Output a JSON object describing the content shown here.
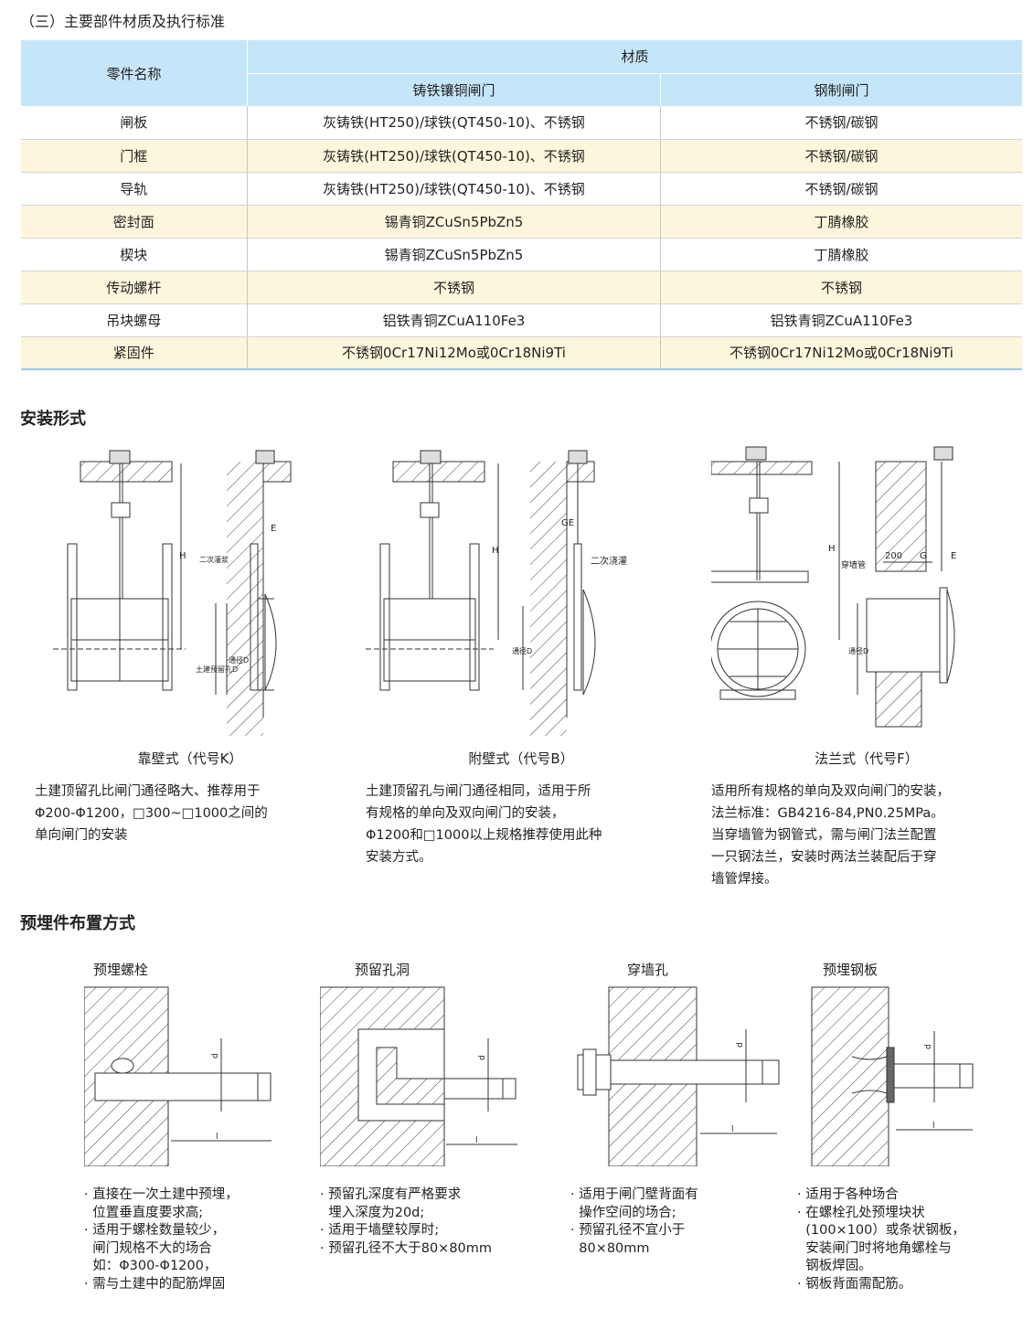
{
  "materials": {
    "section_title": "（三）主要部件材质及执行标准",
    "header": {
      "part_name": "零件名称",
      "material": "材质",
      "col_cast": "铸铁镶铜闸门",
      "col_steel": "钢制闸门"
    },
    "rows": [
      {
        "part": "闸板",
        "cast": "灰铸铁(HT250)/球铁(QT450-10)、不锈钢",
        "steel": "不锈钢/碳钢"
      },
      {
        "part": "门框",
        "cast": "灰铸铁(HT250)/球铁(QT450-10)、不锈钢",
        "steel": "不锈钢/碳钢"
      },
      {
        "part": "导轨",
        "cast": "灰铸铁(HT250)/球铁(QT450-10)、不锈钢",
        "steel": "不锈钢/碳钢"
      },
      {
        "part": "密封面",
        "cast": "锡青铜ZCuSn5PbZn5",
        "steel": "丁腈橡胶"
      },
      {
        "part": "楔块",
        "cast": "锡青铜ZCuSn5PbZn5",
        "steel": "丁腈橡胶"
      },
      {
        "part": "传动螺杆",
        "cast": "不锈钢",
        "steel": "不锈钢"
      },
      {
        "part": "吊块螺母",
        "cast": "铝铁青铜ZCuA110Fe3",
        "steel": "铝铁青铜ZCuA110Fe3"
      },
      {
        "part": "紧固件",
        "cast": "不锈钢0Cr17Ni12Mo或0Cr18Ni9Ti",
        "steel": "不锈钢0Cr17Ni12Mo或0Cr18Ni9Ti"
      }
    ]
  },
  "installation": {
    "title": "安装形式",
    "items": [
      {
        "caption": "靠壁式（代号K）",
        "labels": {
          "h": "H",
          "e": "E",
          "grout": "二次灌浆",
          "hole": "土建预留孔D",
          "dia": "通径D"
        },
        "desc": [
          "土建顶留孔比闸门通径略大、推荐用于",
          "Φ200-Φ1200，□300~□1000之间的",
          "单向闸门的安装"
        ]
      },
      {
        "caption": "附壁式（代号B）",
        "labels": {
          "h": "H",
          "ge": "GE",
          "grout": "二次浇灌",
          "dia": "通径D"
        },
        "desc": [
          "土建顶留孔与闸门通径相同，适用于所",
          "有规格的单向及双向闸门的安装，",
          "Φ1200和□1000以上规格推荐使用此种",
          "安装方式。"
        ]
      },
      {
        "caption": "法兰式（代号F）",
        "labels": {
          "h": "H",
          "pipe": "穿墙管",
          "d200": "200",
          "g": "G",
          "e": "E",
          "dia": "通径D"
        },
        "desc": [
          "适用所有规格的单向及双向闸门的安装，",
          "法兰标准：GB4216-84,PN0.25MPa。",
          "当穿墙管为钢管式，需与闸门法兰配置",
          "一只钢法兰，安装时两法兰装配后于穿",
          "墙管焊接。"
        ]
      }
    ]
  },
  "embedded": {
    "title": "预埋件布置方式",
    "items": [
      {
        "title": "预埋螺栓",
        "d": "d",
        "l": "l",
        "notes": [
          "· 直接在一次土建中预埋，",
          "  位置垂直度要求高;",
          "· 适用于螺栓数量较少，",
          "  闸门规格不大的场合",
          "  如：Φ300-Φ1200，",
          "· 需与土建中的配筋焊固"
        ]
      },
      {
        "title": "预留孔洞",
        "d": "d",
        "l": "l",
        "notes": [
          "· 预留孔深度有严格要求",
          "  埋入深度为20d;",
          "· 适用于墙壁较厚时;",
          "· 预留孔径不大于80×80mm"
        ]
      },
      {
        "title": "穿墙孔",
        "d": "d",
        "l": "l",
        "notes": [
          "· 适用于闸门壁背面有",
          "  操作空间的场合;",
          "· 预留孔径不宜小于",
          "  80×80mm"
        ]
      },
      {
        "title": "预埋钢板",
        "d": "d",
        "l": "l",
        "notes": [
          "· 适用于各种场合",
          "· 在螺栓孔处预埋块状",
          "  (100×100）或条状钢板，",
          "  安装闸门时将地角螺栓与",
          "  钢板焊固。",
          "· 钢板背面需配筋。"
        ]
      }
    ]
  }
}
